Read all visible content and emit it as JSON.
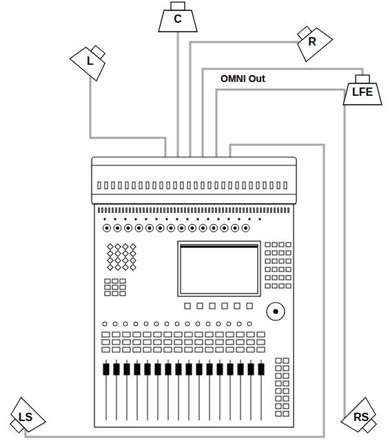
{
  "diagram": {
    "nodes": [
      {
        "text": [
          "L"
        ]
      },
      {
        "text": [
          "C"
        ]
      },
      {
        "text": [
          "R"
        ]
      },
      {
        "text": [
          "LFE"
        ]
      },
      {
        "text": [
          "LS"
        ]
      },
      {
        "text": [
          "RS"
        ]
      }
    ],
    "labels": [
      "OMNI Out"
    ]
  }
}
